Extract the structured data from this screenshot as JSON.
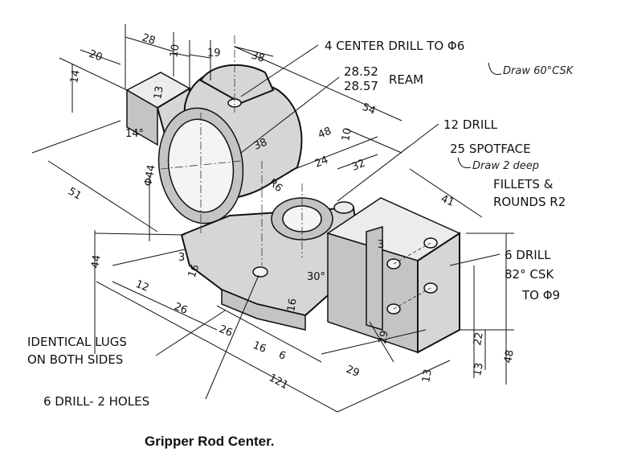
{
  "caption": "Gripper Rod Center.",
  "notes": {
    "center_drill": "4 CENTER DRILL TO Φ6",
    "draw_csk": "Draw 60°CSK",
    "ream_upper": "28.52",
    "ream_lower": "28.57",
    "ream_word": "REAM",
    "drill_12": "12 DRILL",
    "spotface": "25 SPOTFACE",
    "draw_deep": "Draw 2 deep",
    "fillets_1": "FILLETS &",
    "fillets_2": "ROUNDS R2",
    "drill6_1": "6 DRILL",
    "drill6_2": "82° CSK",
    "drill6_3": "TO Φ9",
    "lugs_1": "IDENTICAL LUGS",
    "lugs_2": "ON BOTH SIDES",
    "holes": "6 DRILL- 2 HOLES"
  },
  "dims": {
    "d28": "28",
    "d10": "10",
    "d19": "19",
    "d38_top": "38",
    "d20": "20",
    "d14_left": "14",
    "d13_boss": "13",
    "d14_deg": "14°",
    "d44_dia": "Φ44",
    "d51": "51",
    "d38_diag": "38",
    "d48_diag": "48",
    "d54": "54",
    "d24": "24",
    "d32": "32",
    "d10_small": "10",
    "d16_r": "R6",
    "d41": "41",
    "d44_vert": "44",
    "d3_left": "3",
    "d16_left": "16",
    "d3_right": "3",
    "d30_deg": "30°",
    "d12": "12",
    "d26_a": "26",
    "d26_b": "26",
    "d16_mid": "16",
    "d16_b": "16",
    "d6": "6",
    "d29_a": "29",
    "d29_b": "29",
    "d22": "22",
    "d13_r": "13",
    "d48_r": "48",
    "d13_bot": "13",
    "d121": "121"
  }
}
